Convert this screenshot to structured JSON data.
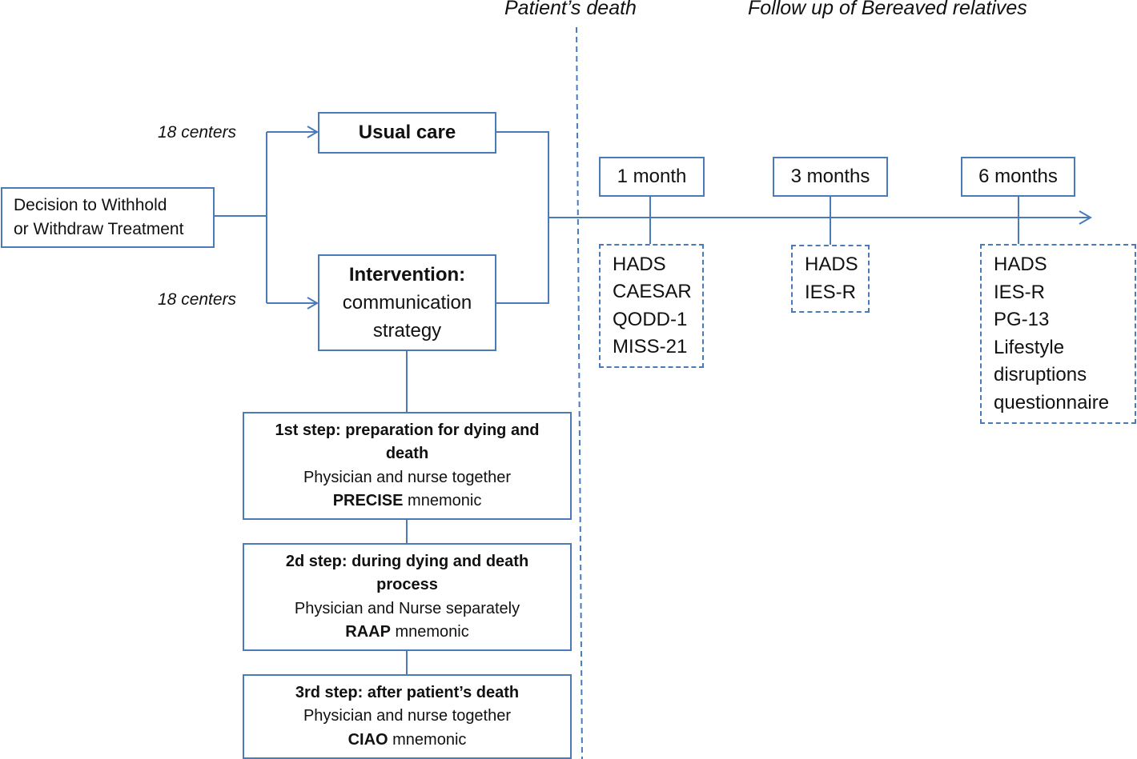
{
  "timeline": {
    "patients_death_label": "Patient’s death",
    "follow_up_label": "Follow up of Bereaved relatives"
  },
  "decision_box": {
    "line1": "Decision to Withhold",
    "line2": "or Withdraw Treatment"
  },
  "arms": {
    "usual_care": {
      "centers": "18 centers",
      "title": "Usual care"
    },
    "intervention": {
      "centers": "18 centers",
      "title": "Intervention:",
      "line2": "communication",
      "line3": "strategy"
    }
  },
  "steps": [
    {
      "title_line1": "1st step: preparation for dying and",
      "title_line2": "death",
      "who": "Physician and nurse together",
      "mnemonic_bold": "PRECISE",
      "mnemonic_rest": " mnemonic"
    },
    {
      "title_line1": "2d step: during dying and death",
      "title_line2": "process",
      "who": "Physician and Nurse separately",
      "mnemonic_bold": "RAAP",
      "mnemonic_rest": " mnemonic"
    },
    {
      "title_line1": "3rd step: after patient’s death",
      "who": "Physician and nurse together",
      "mnemonic_bold": "CIAO",
      "mnemonic_rest": " mnemonic"
    }
  ],
  "followups": [
    {
      "label": "1 month",
      "measures": [
        "HADS",
        "CAESAR",
        "QODD-1",
        "MISS-21"
      ]
    },
    {
      "label": "3 months",
      "measures": [
        "HADS",
        "IES-R"
      ]
    },
    {
      "label": "6 months",
      "measures": [
        "HADS",
        "IES-R",
        "PG-13",
        "Lifestyle",
        "disruptions",
        "questionnaire"
      ]
    }
  ],
  "colors": {
    "stroke": "#4a7ab8"
  }
}
